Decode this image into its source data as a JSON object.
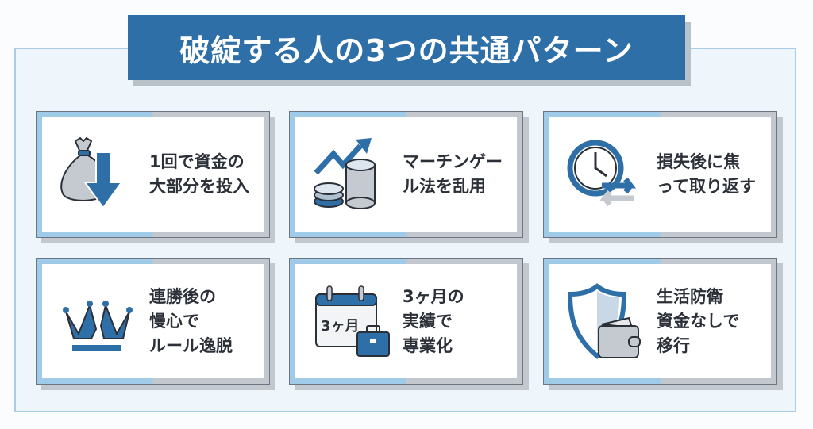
{
  "title": "破綻する人の3つの共通パターン",
  "cards": [
    {
      "icon": "money-bag-down-arrow-icon",
      "lines": [
        "1回で資金の",
        "大部分を投入"
      ]
    },
    {
      "icon": "chips-rising-arrow-icon",
      "lines": [
        "マーチンゲー",
        "ル法を乱用"
      ]
    },
    {
      "icon": "clock-arrows-icon",
      "lines": [
        "損失後に焦",
        "って取り返す"
      ]
    },
    {
      "icon": "broken-crown-icon",
      "lines": [
        "連勝後の",
        "慢心で",
        "ルール逸脱"
      ]
    },
    {
      "icon": "calendar-briefcase-icon",
      "calendar_label": "3ヶ月",
      "lines": [
        "3ヶ月の",
        "実績で",
        "専業化"
      ]
    },
    {
      "icon": "shield-wallet-icon",
      "lines": [
        "生活防衛",
        "資金なしで",
        "移行"
      ]
    }
  ],
  "colors": {
    "primary": "#2f6fa8",
    "panel": "#eef5fb",
    "border": "#a9cde6"
  }
}
